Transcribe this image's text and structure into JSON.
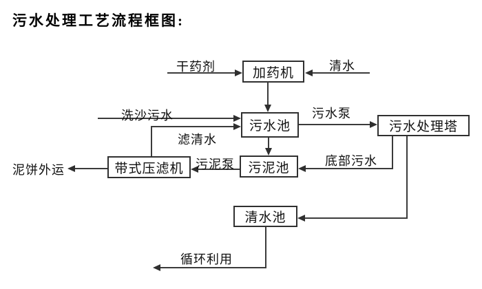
{
  "title": "污水处理工艺流程框图:",
  "nodes": {
    "dosing_machine": "加药机",
    "sewage_pool": "污水池",
    "treatment_tower": "污水处理塔",
    "sludge_pool": "污泥池",
    "belt_filter_press": "带式压滤机",
    "clean_water_pool": "清水池"
  },
  "flow_labels": {
    "dry_agent": "干药剂",
    "clean_water": "清水",
    "sand_washing_sewage": "洗沙污水",
    "sewage_pump": "污水泵",
    "filtered_water": "滤清水",
    "sludge_pump": "污泥泵",
    "bottom_sewage": "底部污水",
    "mud_cake_out": "泥饼外运",
    "recycle": "循环利用"
  },
  "edges": [
    {
      "source": "dry_agent_input",
      "target": "dosing_machine",
      "label": "干药剂"
    },
    {
      "source": "clean_water_input",
      "target": "dosing_machine",
      "label": "清水"
    },
    {
      "source": "dosing_machine",
      "target": "sewage_pool",
      "label": ""
    },
    {
      "source": "sand_washing_sewage_input",
      "target": "sewage_pool",
      "label": "洗沙污水"
    },
    {
      "source": "sewage_pool",
      "target": "treatment_tower",
      "label": "污水泵"
    },
    {
      "source": "belt_filter_press",
      "target": "sewage_pool",
      "label": "滤清水"
    },
    {
      "source": "sewage_pool",
      "target": "sludge_pool",
      "label": ""
    },
    {
      "source": "sludge_pool",
      "target": "belt_filter_press",
      "label": "污泥泵"
    },
    {
      "source": "treatment_tower",
      "target": "sludge_pool",
      "label": "底部污水"
    },
    {
      "source": "treatment_tower",
      "target": "clean_water_pool",
      "label": ""
    },
    {
      "source": "belt_filter_press",
      "target": "external",
      "label": "泥饼外运"
    },
    {
      "source": "clean_water_pool",
      "target": "external",
      "label": "循环利用"
    }
  ],
  "colors": {
    "line": "#3a3a3a",
    "box_border": "#2f2f2f",
    "text": "#111111",
    "background": "#ffffff"
  }
}
